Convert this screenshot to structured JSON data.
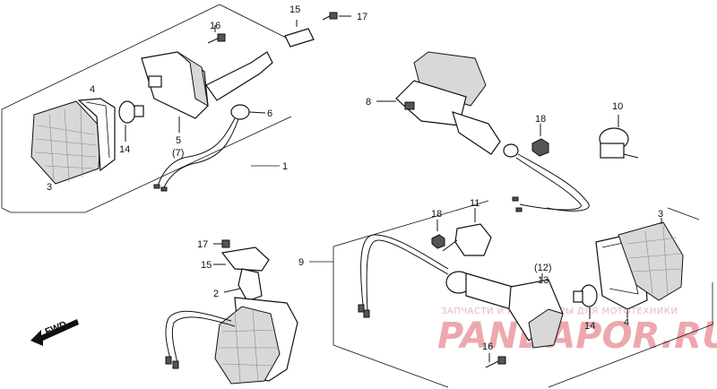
{
  "labels": {
    "l1": "1",
    "l2": "2",
    "l3a": "3",
    "l3b": "3",
    "l4a": "4",
    "l4b": "4",
    "l5": "5",
    "l5sub": "(7)",
    "l6": "6",
    "l8": "8",
    "l9": "9",
    "l10": "10",
    "l11": "11",
    "l12": "(12)",
    "l13": "13",
    "l14a": "14",
    "l14b": "14",
    "l15a": "15",
    "l15b": "15",
    "l16a": "16",
    "l16b": "16",
    "l17a": "17",
    "l17b": "17",
    "l18a": "18",
    "l18b": "18"
  },
  "direction": {
    "label": "FWD"
  },
  "watermark": {
    "top": "ЗАПЧАСТИ И АКСЕССУАРЫ ДЛЯ МОТОТЕХНИКИ",
    "brand": "PANDAPOR.RU"
  },
  "colors": {
    "line": "#111111",
    "watermark": "#eda8ae"
  }
}
